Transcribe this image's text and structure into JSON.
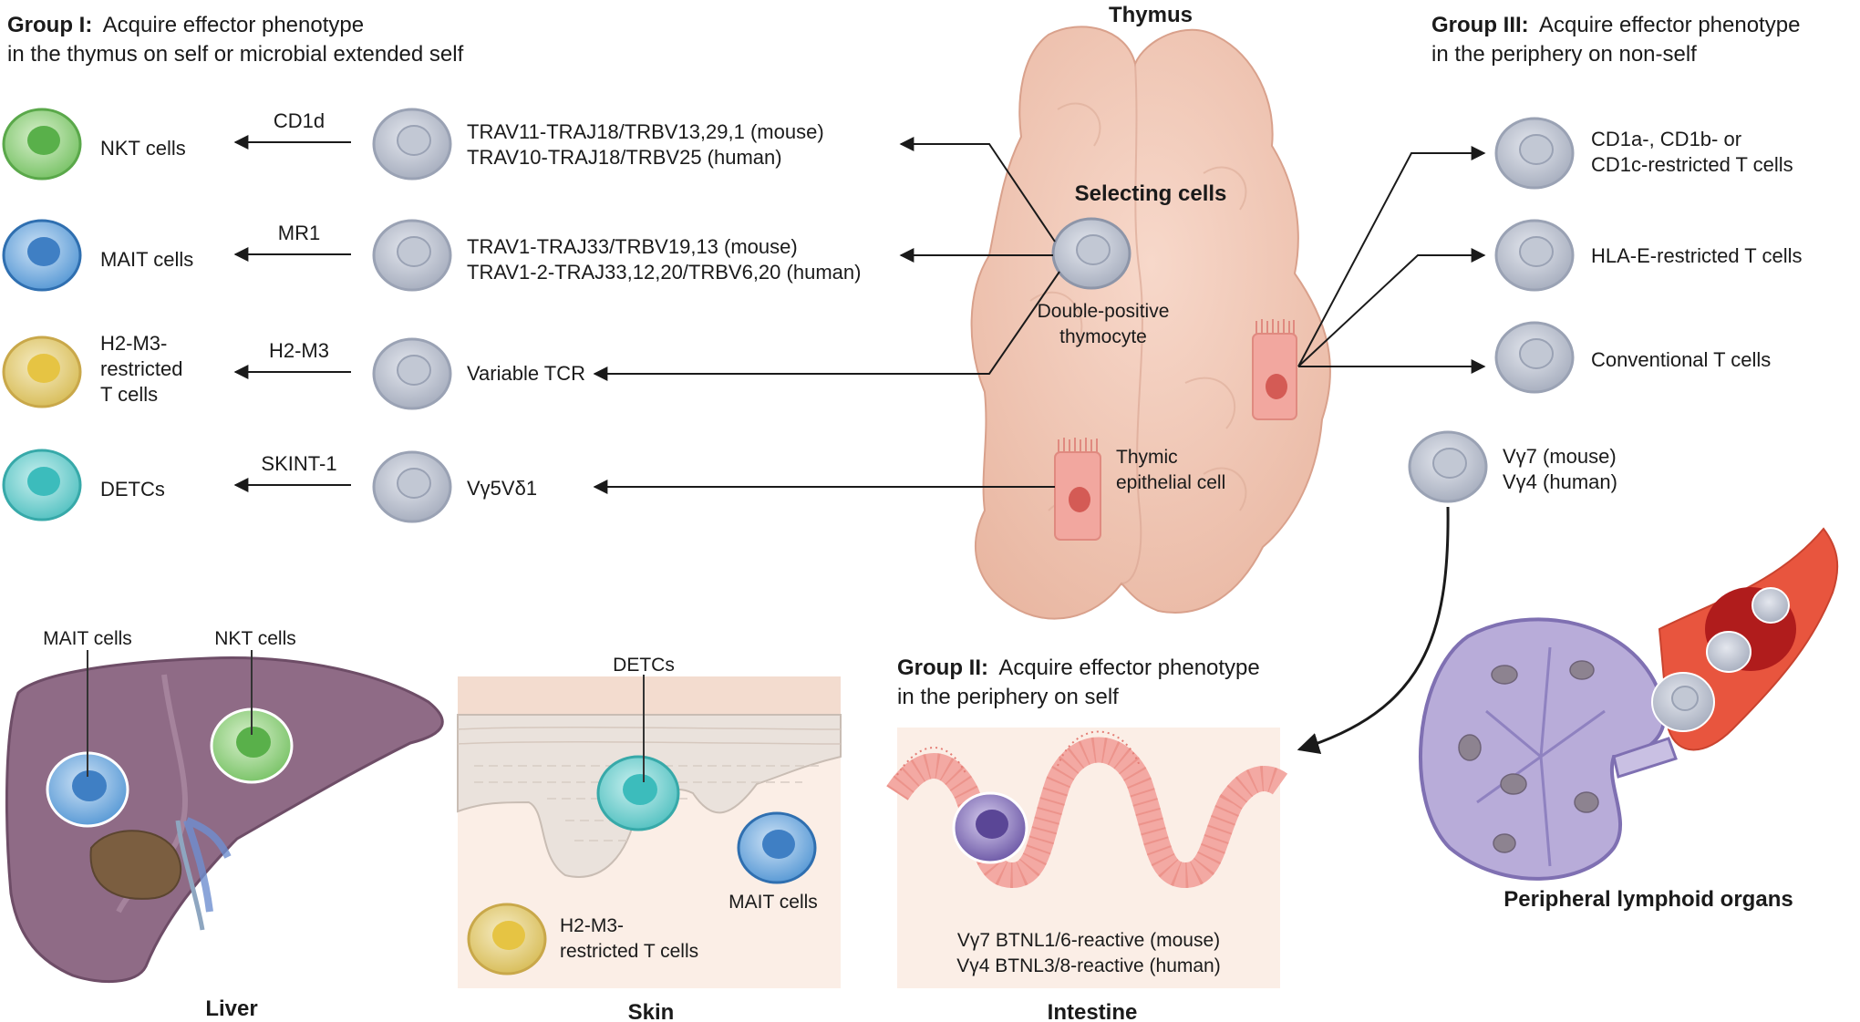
{
  "group1": {
    "heading_bold": "Group I:",
    "heading_line1": "Acquire effector phenotype",
    "heading_line2": "in the thymus on self or microbial extended self",
    "rows": [
      {
        "effector": "NKT cells",
        "restriction": "CD1d",
        "tcr_line1": "TRAV11-TRAJ18/TRBV13,29,1 (mouse)",
        "tcr_line2": "TRAV10-TRAJ18/TRBV25 (human)",
        "color": "#5cb85c"
      },
      {
        "effector": "MAIT cells",
        "restriction": "MR1",
        "tcr_line1": "TRAV1-TRAJ33/TRBV19,13 (mouse)",
        "tcr_line2": "TRAV1-2-TRAJ33,12,20/TRBV6,20 (human)",
        "color": "#3f87c8"
      },
      {
        "effector_line1": "H2-M3-",
        "effector_line2": "restricted",
        "effector_line3": "T cells",
        "restriction": "H2-M3",
        "tcr_line1": "Variable TCR",
        "color": "#e0c24a"
      },
      {
        "effector": "DETCs",
        "restriction": "SKINT-1",
        "tcr_line1": "Vγ5Vδ1",
        "color": "#3fbdbd"
      }
    ]
  },
  "thymus": {
    "title": "Thymus",
    "selecting_cells": "Selecting cells",
    "dp_line1": "Double-positive",
    "dp_line2": "thymocyte",
    "tec_line1": "Thymic",
    "tec_line2": "epithelial cell"
  },
  "group3": {
    "heading_bold": "Group III:",
    "heading_line1": "Acquire effector phenotype",
    "heading_line2": "in the periphery on non-self",
    "items": [
      {
        "line1": "CD1a-, CD1b- or",
        "line2": "CD1c-restricted T cells"
      },
      {
        "line1": "HLA-E-restricted T cells"
      },
      {
        "line1": "Conventional T cells"
      },
      {
        "line1": "Vγ7 (mouse)",
        "line2": "Vγ4 (human)"
      }
    ]
  },
  "liver": {
    "title": "Liver",
    "mait_label": "MAIT cells",
    "nkt_label": "NKT cells"
  },
  "skin": {
    "title": "Skin",
    "detc_label": "DETCs",
    "mait_label": "MAIT cells",
    "h2_line1": "H2-M3-",
    "h2_line2": "restricted T cells"
  },
  "group2": {
    "heading_bold": "Group II:",
    "heading_line1": "Acquire effector phenotype",
    "heading_line2": "in the periphery on self"
  },
  "intestine": {
    "title": "Intestine",
    "line1": "Vγ7 BTNL1/6-reactive (mouse)",
    "line2": "Vγ4 BTNL3/8-reactive (human)"
  },
  "peripheral": {
    "title": "Peripheral lymphoid organs"
  },
  "colors": {
    "naive_cell": "#b9bfcc",
    "thymus": "#f1c6b4",
    "tec": "#f2aaa2",
    "liver": "#8e6a84",
    "node": "#b3a5d6",
    "vessel": "#e8553e"
  }
}
